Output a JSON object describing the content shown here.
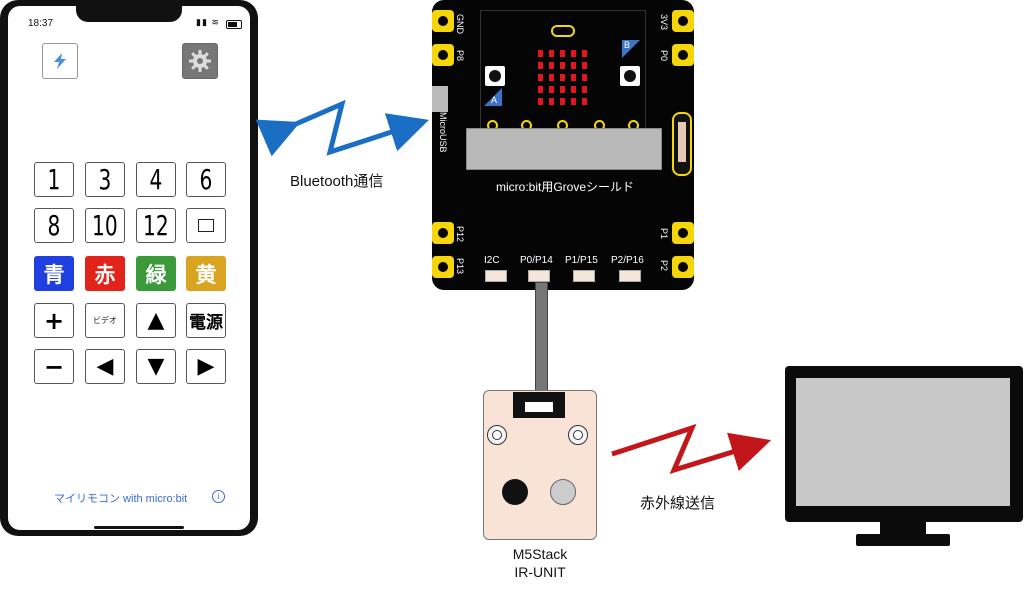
{
  "phone": {
    "time": "18:37",
    "keypad": [
      [
        {
          "label": "1",
          "kind": "num"
        },
        {
          "label": "3",
          "kind": "num"
        },
        {
          "label": "4",
          "kind": "num"
        },
        {
          "label": "6",
          "kind": "num"
        }
      ],
      [
        {
          "label": "8",
          "kind": "num"
        },
        {
          "label": "10",
          "kind": "num"
        },
        {
          "label": "12",
          "kind": "num"
        },
        {
          "label": "",
          "kind": "square"
        }
      ],
      [
        {
          "label": "青",
          "kind": "color",
          "color": "#1f3fe0"
        },
        {
          "label": "赤",
          "kind": "color",
          "color": "#e2231a"
        },
        {
          "label": "緑",
          "kind": "color",
          "color": "#3a9a3a"
        },
        {
          "label": "黄",
          "kind": "color",
          "color": "#d9a420"
        }
      ],
      [
        {
          "label": "+",
          "kind": "num"
        },
        {
          "label": "ビデオ",
          "kind": "small"
        },
        {
          "label": "▲",
          "kind": "num"
        },
        {
          "label": "電源",
          "kind": "text"
        }
      ],
      [
        {
          "label": "−",
          "kind": "num"
        },
        {
          "label": "◀",
          "kind": "num"
        },
        {
          "label": "▼",
          "kind": "num"
        },
        {
          "label": "▶",
          "kind": "num"
        }
      ]
    ],
    "footer": "マイリモコン with micro:bit",
    "info": "i"
  },
  "labels": {
    "bluetooth": "Bluetooth通信",
    "infrared": "赤外線送信"
  },
  "board": {
    "title": "micro:bit用Groveシールド",
    "microusb": "MicroUSB",
    "pins_left": [
      "GND",
      "P8",
      "P12",
      "P13"
    ],
    "pins_right": [
      "3V3",
      "P0",
      "P1",
      "P2"
    ],
    "button_a": "A",
    "button_b": "B",
    "grove_ports": [
      "I2C",
      "P0/P14",
      "P1/P15",
      "P2/P16"
    ]
  },
  "ir_unit": {
    "line1": "M5Stack",
    "line2": "IR-UNIT"
  },
  "colors": {
    "bluetooth_arrow": "#1a6fc4",
    "infrared_arrow": "#c2161b",
    "pin_yellow": "#f5d60a",
    "led_red": "#e1161e"
  }
}
